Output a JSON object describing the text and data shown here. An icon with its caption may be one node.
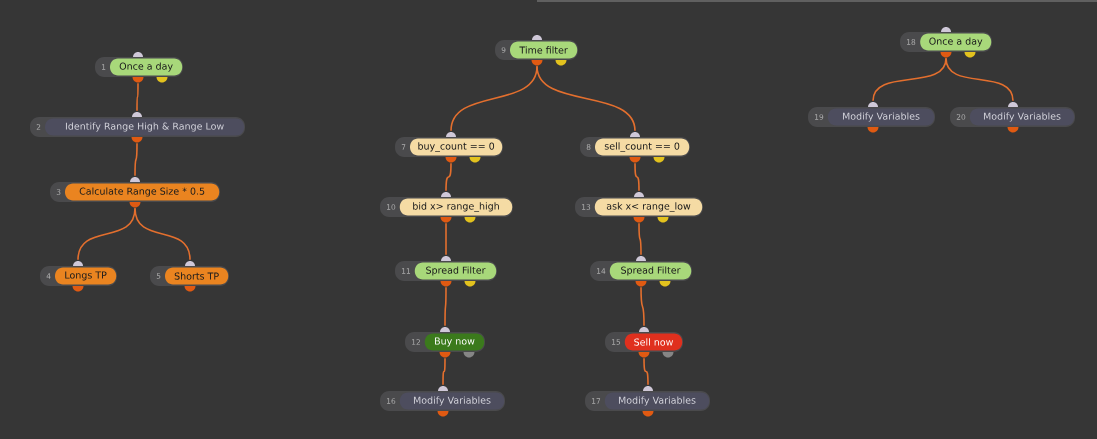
{
  "diagram": {
    "nodes": [
      {
        "text": [
          "1",
          "Once a day"
        ]
      },
      {
        "text": [
          "2",
          "Identify Range High & Range Low"
        ]
      },
      {
        "text": [
          "3",
          "Calculate Range Size * 0.5"
        ]
      },
      {
        "text": [
          "4",
          "Longs TP"
        ]
      },
      {
        "text": [
          "5",
          "Shorts TP"
        ]
      },
      {
        "text": [
          "7",
          "buy_count == 0"
        ]
      },
      {
        "text": [
          "8",
          "sell_count == 0"
        ]
      },
      {
        "text": [
          "9",
          "Time filter"
        ]
      },
      {
        "text": [
          "10",
          "bid x> range_high"
        ]
      },
      {
        "text": [
          "11",
          "Spread Filter"
        ]
      },
      {
        "text": [
          "12",
          "Buy now"
        ]
      },
      {
        "text": [
          "13",
          "ask x< range_low"
        ]
      },
      {
        "text": [
          "14",
          "Spread Filter"
        ]
      },
      {
        "text": [
          "15",
          "Sell now"
        ]
      },
      {
        "text": [
          "16",
          "Modify Variables"
        ]
      },
      {
        "text": [
          "17",
          "Modify Variables"
        ]
      },
      {
        "text": [
          "18",
          "Once a day"
        ]
      },
      {
        "text": [
          "19",
          "Modify Variables"
        ]
      },
      {
        "text": [
          "20",
          "Modify Variables"
        ]
      }
    ],
    "edges": [
      {
        "from": 0,
        "to": 1,
        "arrow": "none"
      },
      {
        "from": 1,
        "to": 2,
        "arrow": "none"
      },
      {
        "from": 2,
        "to": 3,
        "arrow": "none"
      },
      {
        "from": 2,
        "to": 4,
        "arrow": "none"
      },
      {
        "from": 7,
        "to": 5,
        "arrow": "none"
      },
      {
        "from": 7,
        "to": 6,
        "arrow": "none"
      },
      {
        "from": 5,
        "to": 8,
        "arrow": "none"
      },
      {
        "from": 8,
        "to": 9,
        "arrow": "none"
      },
      {
        "from": 9,
        "to": 10,
        "arrow": "none"
      },
      {
        "from": 10,
        "to": 14,
        "arrow": "none"
      },
      {
        "from": 6,
        "to": 11,
        "arrow": "none"
      },
      {
        "from": 11,
        "to": 12,
        "arrow": "none"
      },
      {
        "from": 12,
        "to": 13,
        "arrow": "none"
      },
      {
        "from": 13,
        "to": 15,
        "arrow": "none"
      },
      {
        "from": 16,
        "to": 17,
        "arrow": "none"
      },
      {
        "from": 16,
        "to": 18,
        "arrow": "none"
      }
    ]
  }
}
